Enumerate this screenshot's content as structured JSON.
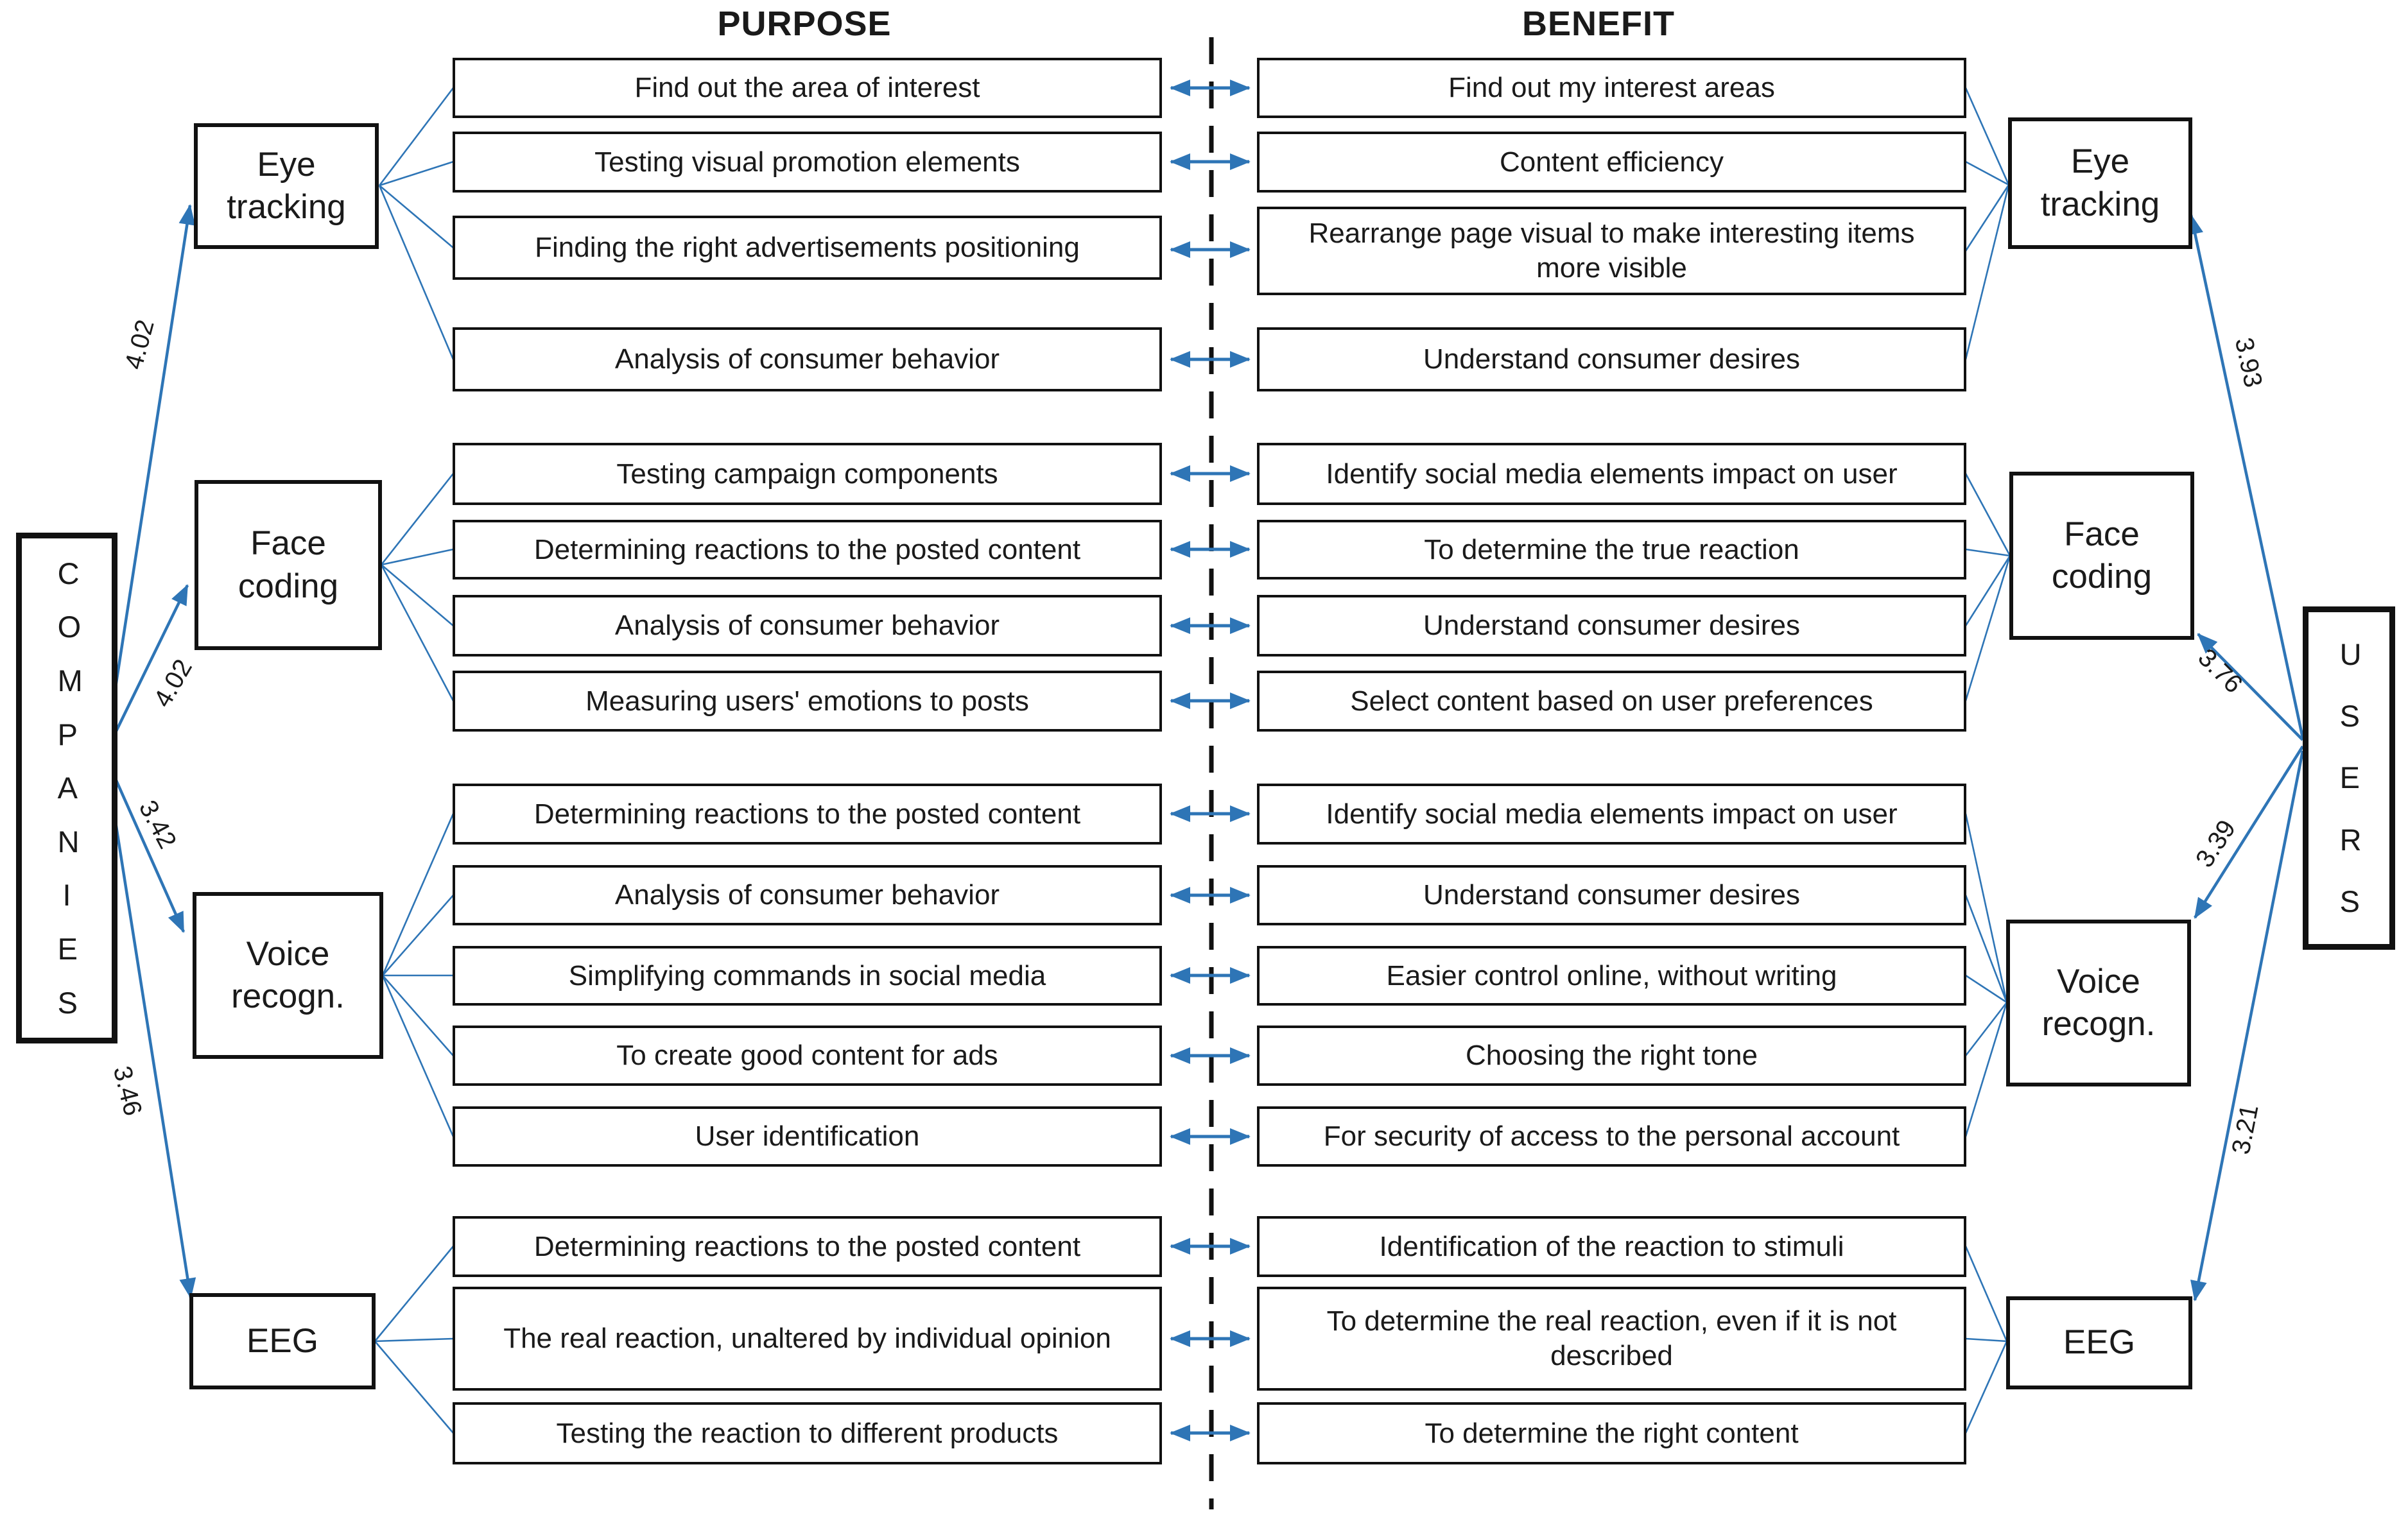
{
  "headers": {
    "purpose": "PURPOSE",
    "benefit": "BENEFIT"
  },
  "entities": {
    "companies": "COMPANIES",
    "users": "USERS"
  },
  "colors": {
    "line_blue": "#2e75b6",
    "box_border": "#111111",
    "divider": "#111111"
  },
  "technologies": [
    {
      "label": "Eye tracking",
      "company_weight": "4.02",
      "user_weight": "3.93",
      "rows": [
        {
          "purpose": "Find out the area of interest",
          "benefit": "Find out my interest areas"
        },
        {
          "purpose": "Testing visual promotion elements",
          "benefit": "Content efficiency"
        },
        {
          "purpose": "Finding the right advertisements positioning",
          "benefit": "Rearrange page visual to make interesting items more visible"
        },
        {
          "purpose": "Analysis of consumer behavior",
          "benefit": "Understand consumer desires"
        }
      ]
    },
    {
      "label": "Face coding",
      "company_weight": "4.02",
      "user_weight": "3.76",
      "rows": [
        {
          "purpose": "Testing campaign components",
          "benefit": "Identify social media elements impact on user"
        },
        {
          "purpose": "Determining reactions to the posted content",
          "benefit": "To determine the true reaction"
        },
        {
          "purpose": "Analysis of consumer behavior",
          "benefit": "Understand consumer desires"
        },
        {
          "purpose": "Measuring users' emotions to posts",
          "benefit": "Select content based on user preferences"
        }
      ]
    },
    {
      "label": "Voice recogn.",
      "company_weight": "3.42",
      "user_weight": "3.39",
      "rows": [
        {
          "purpose": "Determining reactions to the posted content",
          "benefit": "Identify social media elements impact on user"
        },
        {
          "purpose": "Analysis of consumer behavior",
          "benefit": "Understand consumer desires"
        },
        {
          "purpose": "Simplifying commands in social media",
          "benefit": "Easier control online, without writing"
        },
        {
          "purpose": "To create good content for ads",
          "benefit": "Choosing the right tone"
        },
        {
          "purpose": "User identification",
          "benefit": "For security of access to the personal account"
        }
      ]
    },
    {
      "label": "EEG",
      "company_weight": "3.46",
      "user_weight": "3.21",
      "rows": [
        {
          "purpose": "Determining reactions to the posted content",
          "benefit": "Identification of the reaction to stimuli"
        },
        {
          "purpose": "The real reaction, unaltered by individual opinion",
          "benefit": "To determine the real reaction, even if it is not described"
        },
        {
          "purpose": "Testing the reaction to different products",
          "benefit": "To determine the right content"
        }
      ]
    }
  ]
}
